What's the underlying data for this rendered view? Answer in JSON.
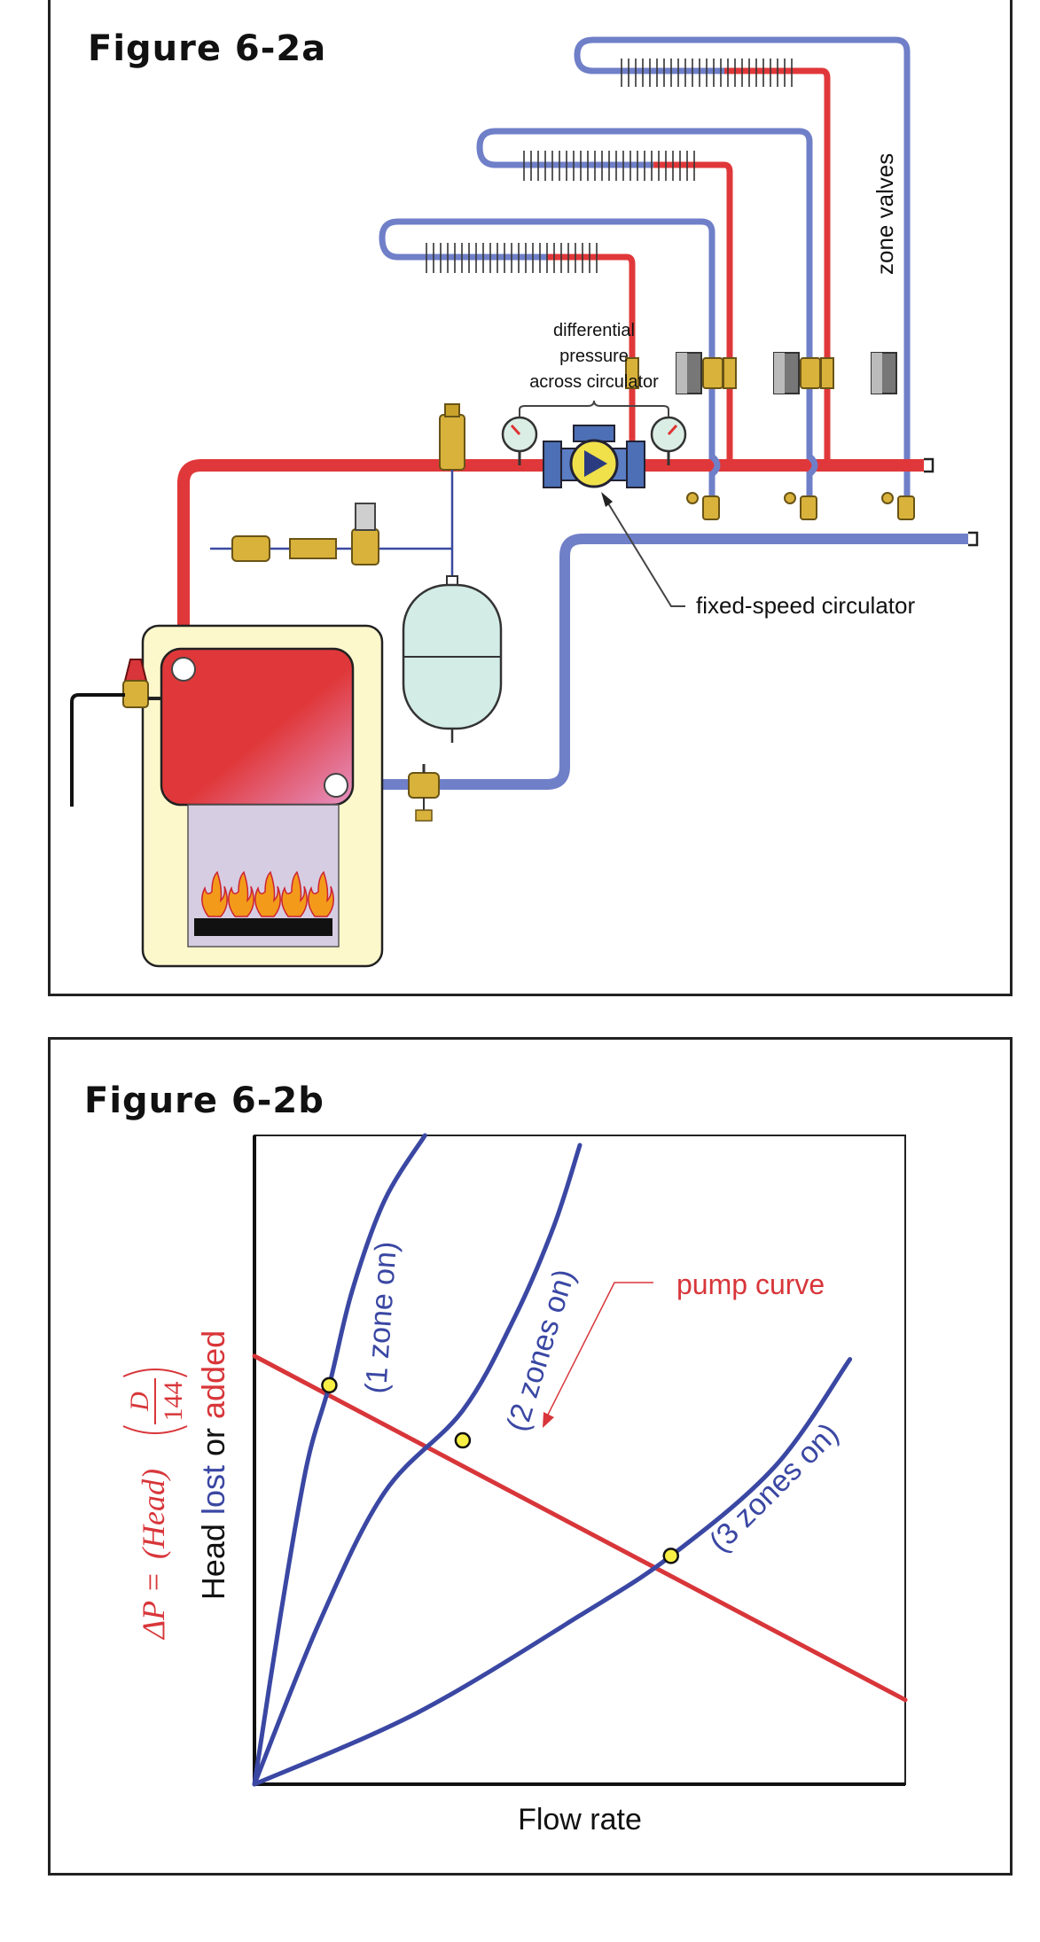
{
  "figure_a": {
    "title": "Figure 6-2a",
    "labels": {
      "zone_valves": "zone valves",
      "differential_line1": "differential",
      "differential_line2": "pressure",
      "differential_line3": "across circulator",
      "circulator": "fixed-speed circulator"
    },
    "colors": {
      "supply": "#e0383a",
      "return": "#6f7fc8",
      "boiler_frame": "#fdf8cc",
      "tank": "#d3ece6"
    }
  },
  "figure_b": {
    "title": "Figure 6-2b",
    "y_axis": {
      "head": "Head ",
      "lost": "lost",
      "or": " or ",
      "added": "added"
    },
    "formula": {
      "lhs": "ΔP = ",
      "head": "(Head)",
      "num": "D",
      "den": "144"
    },
    "annotations": {
      "pump_curve": "pump curve"
    },
    "colors": {
      "pump": "#d8363a",
      "system": "#3a47a3",
      "point": "#f7ef45"
    }
  },
  "chart_data": {
    "type": "line",
    "xlabel": "Flow rate",
    "ylabel": "Head lost or added",
    "series": [
      {
        "name": "pump curve",
        "color": "#d8363a",
        "points": [
          [
            0,
            0.66
          ],
          [
            1,
            0.13
          ]
        ]
      },
      {
        "name": "(1 zone on)",
        "color": "#3a47a3",
        "points": [
          [
            0,
            0
          ],
          [
            0.04,
            0.26
          ],
          [
            0.08,
            0.49
          ],
          [
            0.115,
            0.615
          ],
          [
            0.15,
            0.76
          ],
          [
            0.2,
            0.9
          ],
          [
            0.262,
            1.0
          ]
        ]
      },
      {
        "name": "(2 zones on)",
        "color": "#3a47a3",
        "points": [
          [
            0,
            0
          ],
          [
            0.1,
            0.25
          ],
          [
            0.2,
            0.45
          ],
          [
            0.32,
            0.576
          ],
          [
            0.4,
            0.72
          ],
          [
            0.46,
            0.86
          ],
          [
            0.5,
            0.985
          ]
        ]
      },
      {
        "name": "(3 zones on)",
        "color": "#3a47a3",
        "points": [
          [
            0,
            0
          ],
          [
            0.25,
            0.11
          ],
          [
            0.5,
            0.26
          ],
          [
            0.64,
            0.352
          ],
          [
            0.8,
            0.49
          ],
          [
            0.915,
            0.655
          ]
        ]
      }
    ],
    "intersections": [
      [
        0.115,
        0.615
      ],
      [
        0.32,
        0.53
      ],
      [
        0.64,
        0.352
      ]
    ]
  }
}
